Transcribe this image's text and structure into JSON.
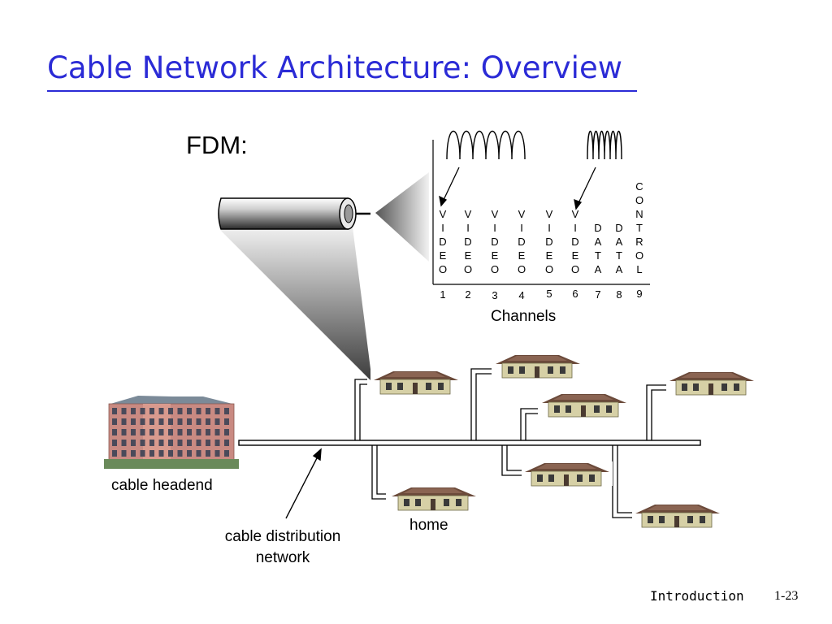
{
  "slide": {
    "title": "Cable Network Architecture: Overview"
  },
  "diagram": {
    "fdm_label": "FDM:",
    "channels_label": "Channels",
    "channels": [
      {
        "number": "1",
        "letters": [
          "V",
          "I",
          "D",
          "E",
          "O"
        ]
      },
      {
        "number": "2",
        "letters": [
          "V",
          "I",
          "D",
          "E",
          "O"
        ]
      },
      {
        "number": "3",
        "letters": [
          "V",
          "I",
          "D",
          "E",
          "O"
        ]
      },
      {
        "number": "4",
        "letters": [
          "V",
          "I",
          "D",
          "E",
          "O"
        ]
      },
      {
        "number": "5",
        "letters": [
          "V",
          "I",
          "D",
          "E",
          "O"
        ]
      },
      {
        "number": "6",
        "letters": [
          "V",
          "I",
          "D",
          "E",
          "O"
        ]
      },
      {
        "number": "7",
        "letters": [
          "D",
          "A",
          "T",
          "A"
        ]
      },
      {
        "number": "8",
        "letters": [
          "D",
          "A",
          "T",
          "A"
        ]
      },
      {
        "number": "9",
        "letters": [
          "C",
          "O",
          "N",
          "T",
          "R",
          "O",
          "L"
        ]
      }
    ],
    "headend_label": "cable headend",
    "home_label": "home",
    "distribution_label_line1": "cable distribution",
    "distribution_label_line2": "network"
  },
  "footer": {
    "section": "Introduction",
    "page": "1-23"
  }
}
